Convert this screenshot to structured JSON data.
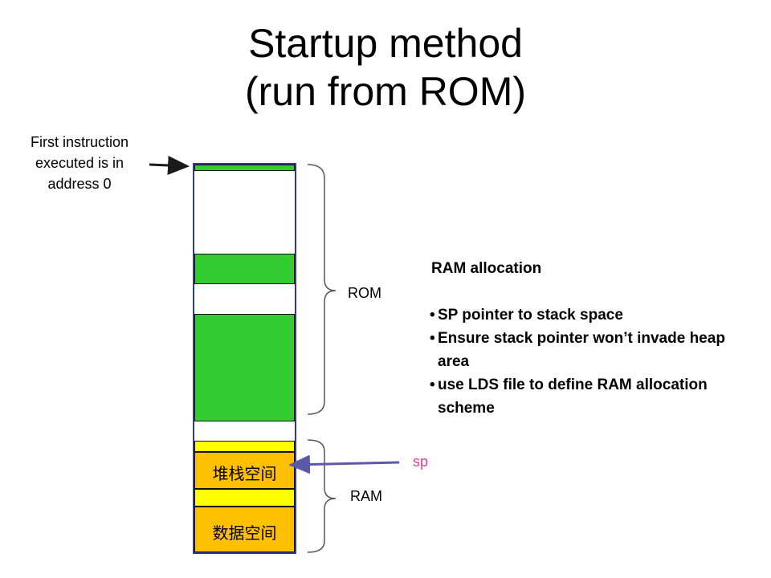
{
  "title": {
    "line1": "Startup method",
    "line2": "(run from ROM)"
  },
  "annotation": {
    "line1": "First instruction",
    "line2": "executed is in",
    "line3": "address 0"
  },
  "memory": {
    "stack_label": "堆栈空间",
    "data_label": "数据空间",
    "colors": {
      "border": "#2e3b8f",
      "code": "#33cc33",
      "ram_top": "#ffff00",
      "ram_fill": "#ffc000"
    }
  },
  "braces": {
    "rom_label": "ROM",
    "ram_label": "RAM"
  },
  "info": {
    "heading": "RAM allocation",
    "bullets": [
      "SP pointer to stack space",
      "Ensure stack pointer won’t invade heap area",
      "use LDS file to define RAM allocation scheme"
    ]
  },
  "sp": {
    "label": "sp",
    "color": "#e8399a",
    "arrow_color": "#5a5aa8"
  }
}
